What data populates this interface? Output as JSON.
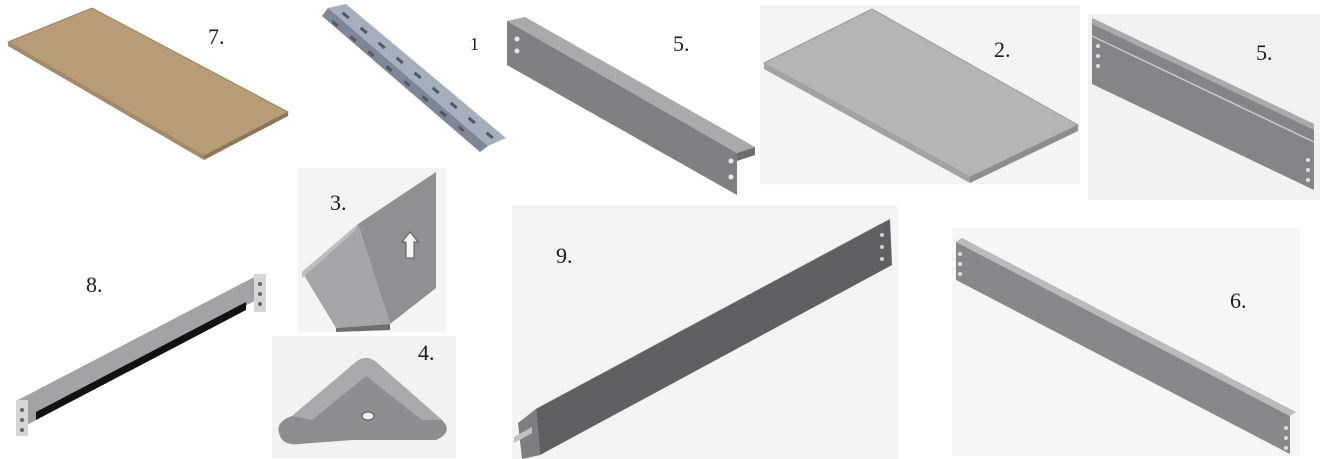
{
  "parts": [
    {
      "id": "chipboard-panel",
      "label": "7."
    },
    {
      "id": "perforated-angle-post",
      "label": "1"
    },
    {
      "id": "short-beam",
      "label": "5."
    },
    {
      "id": "steel-shelf-panel",
      "label": "2."
    },
    {
      "id": "short-beam-alt",
      "label": "5."
    },
    {
      "id": "beam-connector-clip",
      "label": "3."
    },
    {
      "id": "long-slotted-beam",
      "label": "8."
    },
    {
      "id": "foot-plate",
      "label": "4."
    },
    {
      "id": "long-c-beam",
      "label": "9."
    },
    {
      "id": "long-flat-beam",
      "label": "6."
    }
  ],
  "colors": {
    "chipboard": "#b89c78",
    "steel": "#7f8084",
    "steel_dark": "#5f6064",
    "steel_light": "#a9aaae",
    "panel_grey": "#b4b5b7",
    "galvanized": "#8e98a6"
  }
}
